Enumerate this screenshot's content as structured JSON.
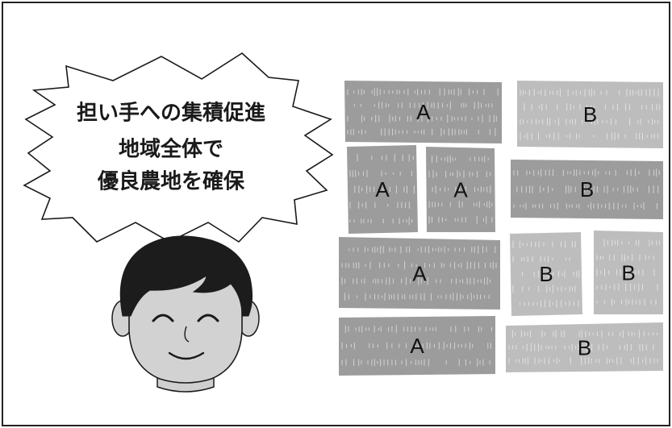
{
  "bubble": {
    "lines": [
      "担い手への集積促進",
      "地域全体で",
      "優良農地を確保"
    ]
  },
  "plots": [
    {
      "label": "A",
      "owner": "A"
    },
    {
      "label": "B",
      "owner": "B"
    },
    {
      "label": "A",
      "owner": "A"
    },
    {
      "label": "A",
      "owner": "A"
    },
    {
      "label": "B",
      "owner": "B"
    },
    {
      "label": "A",
      "owner": "A"
    },
    {
      "label": "B",
      "owner": "B"
    },
    {
      "label": "B",
      "owner": "B"
    },
    {
      "label": "A",
      "owner": "A"
    },
    {
      "label": "B",
      "owner": "B"
    }
  ],
  "colors": {
    "plot_dark": "#9c9c9c",
    "plot_light": "#bdbdbd",
    "skin": "#d2d2d2",
    "hair": "#1c1c1c",
    "border": "#222222"
  }
}
